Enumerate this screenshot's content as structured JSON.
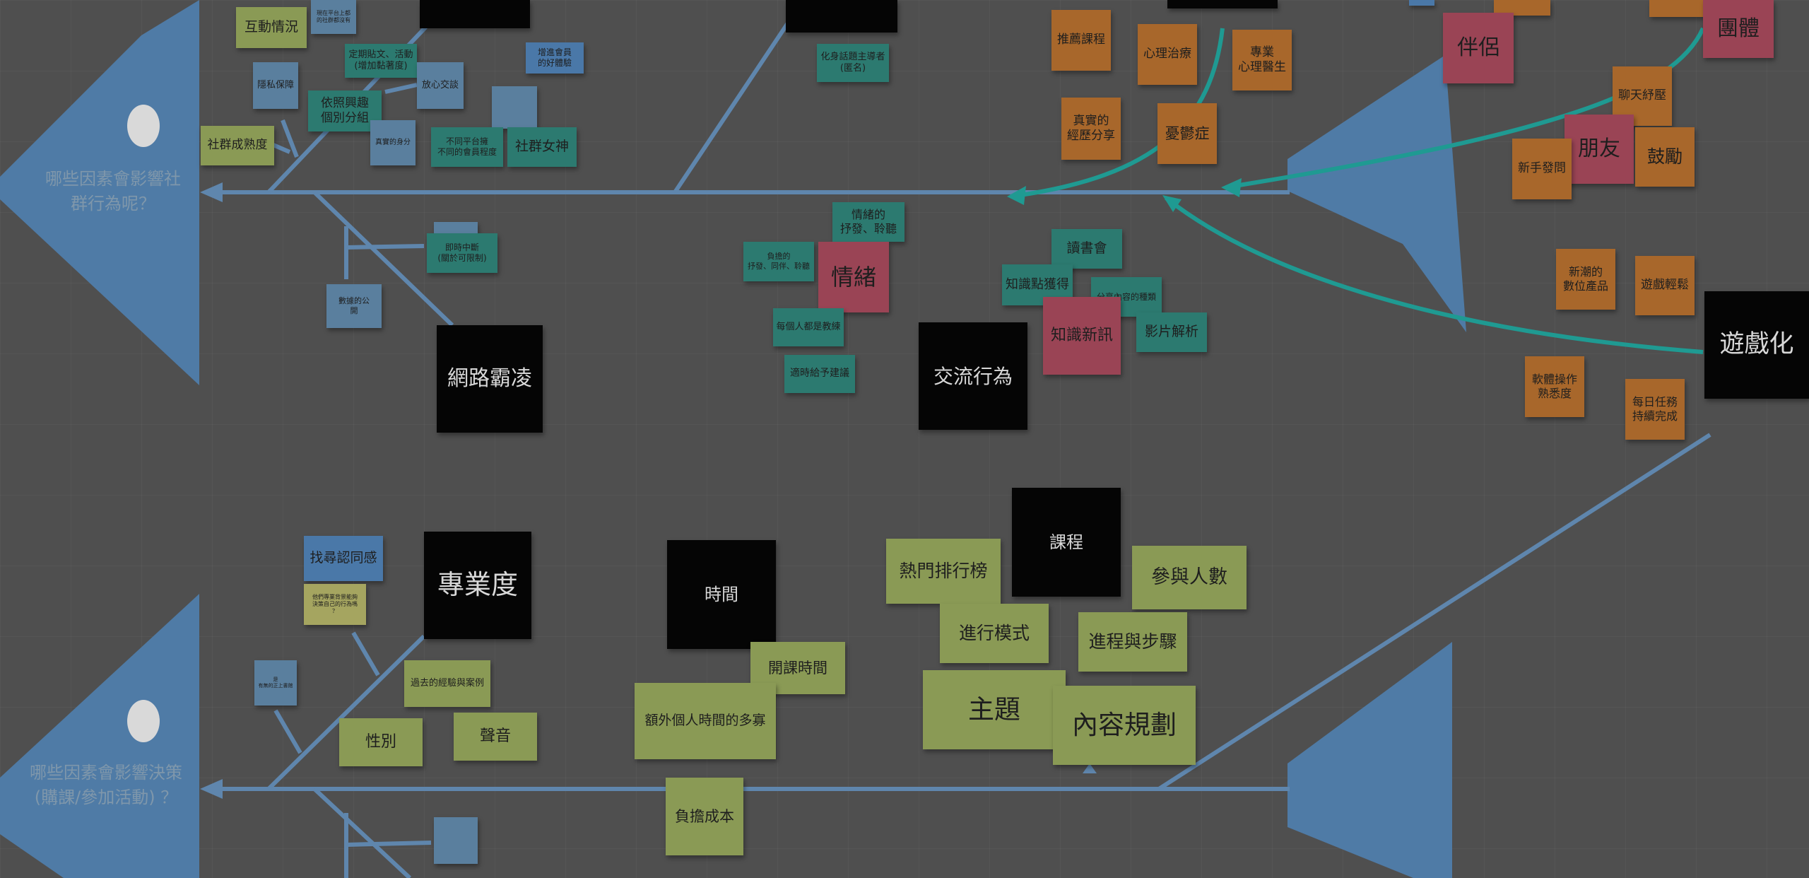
{
  "questions": {
    "social": "哪些因素會影響社\n群行為呢？",
    "decision": "哪些因素會影響決策\n(購課/參加活動) ？"
  },
  "notes": {
    "hudong": "互動情況",
    "small_top": "現在平台上都\n的社群都沒有\n",
    "dingqi": "定期貼文、活動\n(增加黏著度)",
    "xinxin": "放心交談",
    "yinsi": "隱私保障",
    "yizhao": "依照興趣\n個別分組",
    "chengshu": "社群成熟度",
    "zhenshi": "真實的身分",
    "butong": "不同平台擁\n不同的會員程度",
    "nvshen": "社群女神",
    "qiantai": "",
    "blue_small": "增進會員\n的好體驗",
    "wangluo": "網路霸凌",
    "jishi": "即時中斷\n(關於可限制)",
    "shuju": "數據的公\n開",
    "hanhua": "化身話題主導者\n(匿名)",
    "qingxu_title": "情緒",
    "qingxu_shufa": "情緒的\n抒發、聆聽",
    "shanjie": "負擔的\n抒發、同伴、聆聽",
    "meige": "每個人都是教練",
    "jishi_gei": "適時給予建議",
    "jiaoliu": "交流行為",
    "dushu": "讀書會",
    "zhishi_hd": "知識點獲得",
    "fenxiang": "分享內容的種類",
    "zhishi_new": "知識新訊",
    "yingpian": "影片解析",
    "tuijian": "推薦課程",
    "xinli": "心理治療",
    "zhuanye_ys": "專業\n心理醫生",
    "zhenshi_jl": "真實的\n經歷分享",
    "youyu": "憂鬱症",
    "banlv": "伴侶",
    "tuanti": "團體",
    "liaotian": "聊天紓壓",
    "pengyou": "朋友",
    "guli": "鼓勵",
    "xinshou": "新手發問",
    "xinchao": "新潮的\n數位產品",
    "youxi_qs": "遊戲輕鬆",
    "youxihua": "遊戲化",
    "ruanti": "軟體操作\n熟悉度",
    "meiri": "每日任務\n持續完成",
    "renkong": "找尋認同感",
    "yellow_small": "他們專業背景能夠\n決策自己的行為嗎\n？",
    "zhuanye": "專業度",
    "blue2": "是\n有無的正上書館",
    "guoqu": "過去的經驗與案例",
    "xingbie": "性別",
    "shengyin": "聲音",
    "shijian": "時間",
    "kaike": "開課時間",
    "ewai": "額外個人時間的多寡",
    "fudan": "負擔成本",
    "kecheng": "課程",
    "remen": "熱門排行榜",
    "canyu": "參與人數",
    "jinxing": "進行模式",
    "buzhou": "進程與步驟",
    "zhuti": "主題",
    "neirong": "內容規劃",
    "blank1": "",
    "blank2": "",
    "blank3": "",
    "blank4": "",
    "blank5": "",
    "blank6": ""
  },
  "colors": {
    "spine": "#5f86ad",
    "curve": "#1f9a92",
    "fish": "#4f7ba6"
  }
}
